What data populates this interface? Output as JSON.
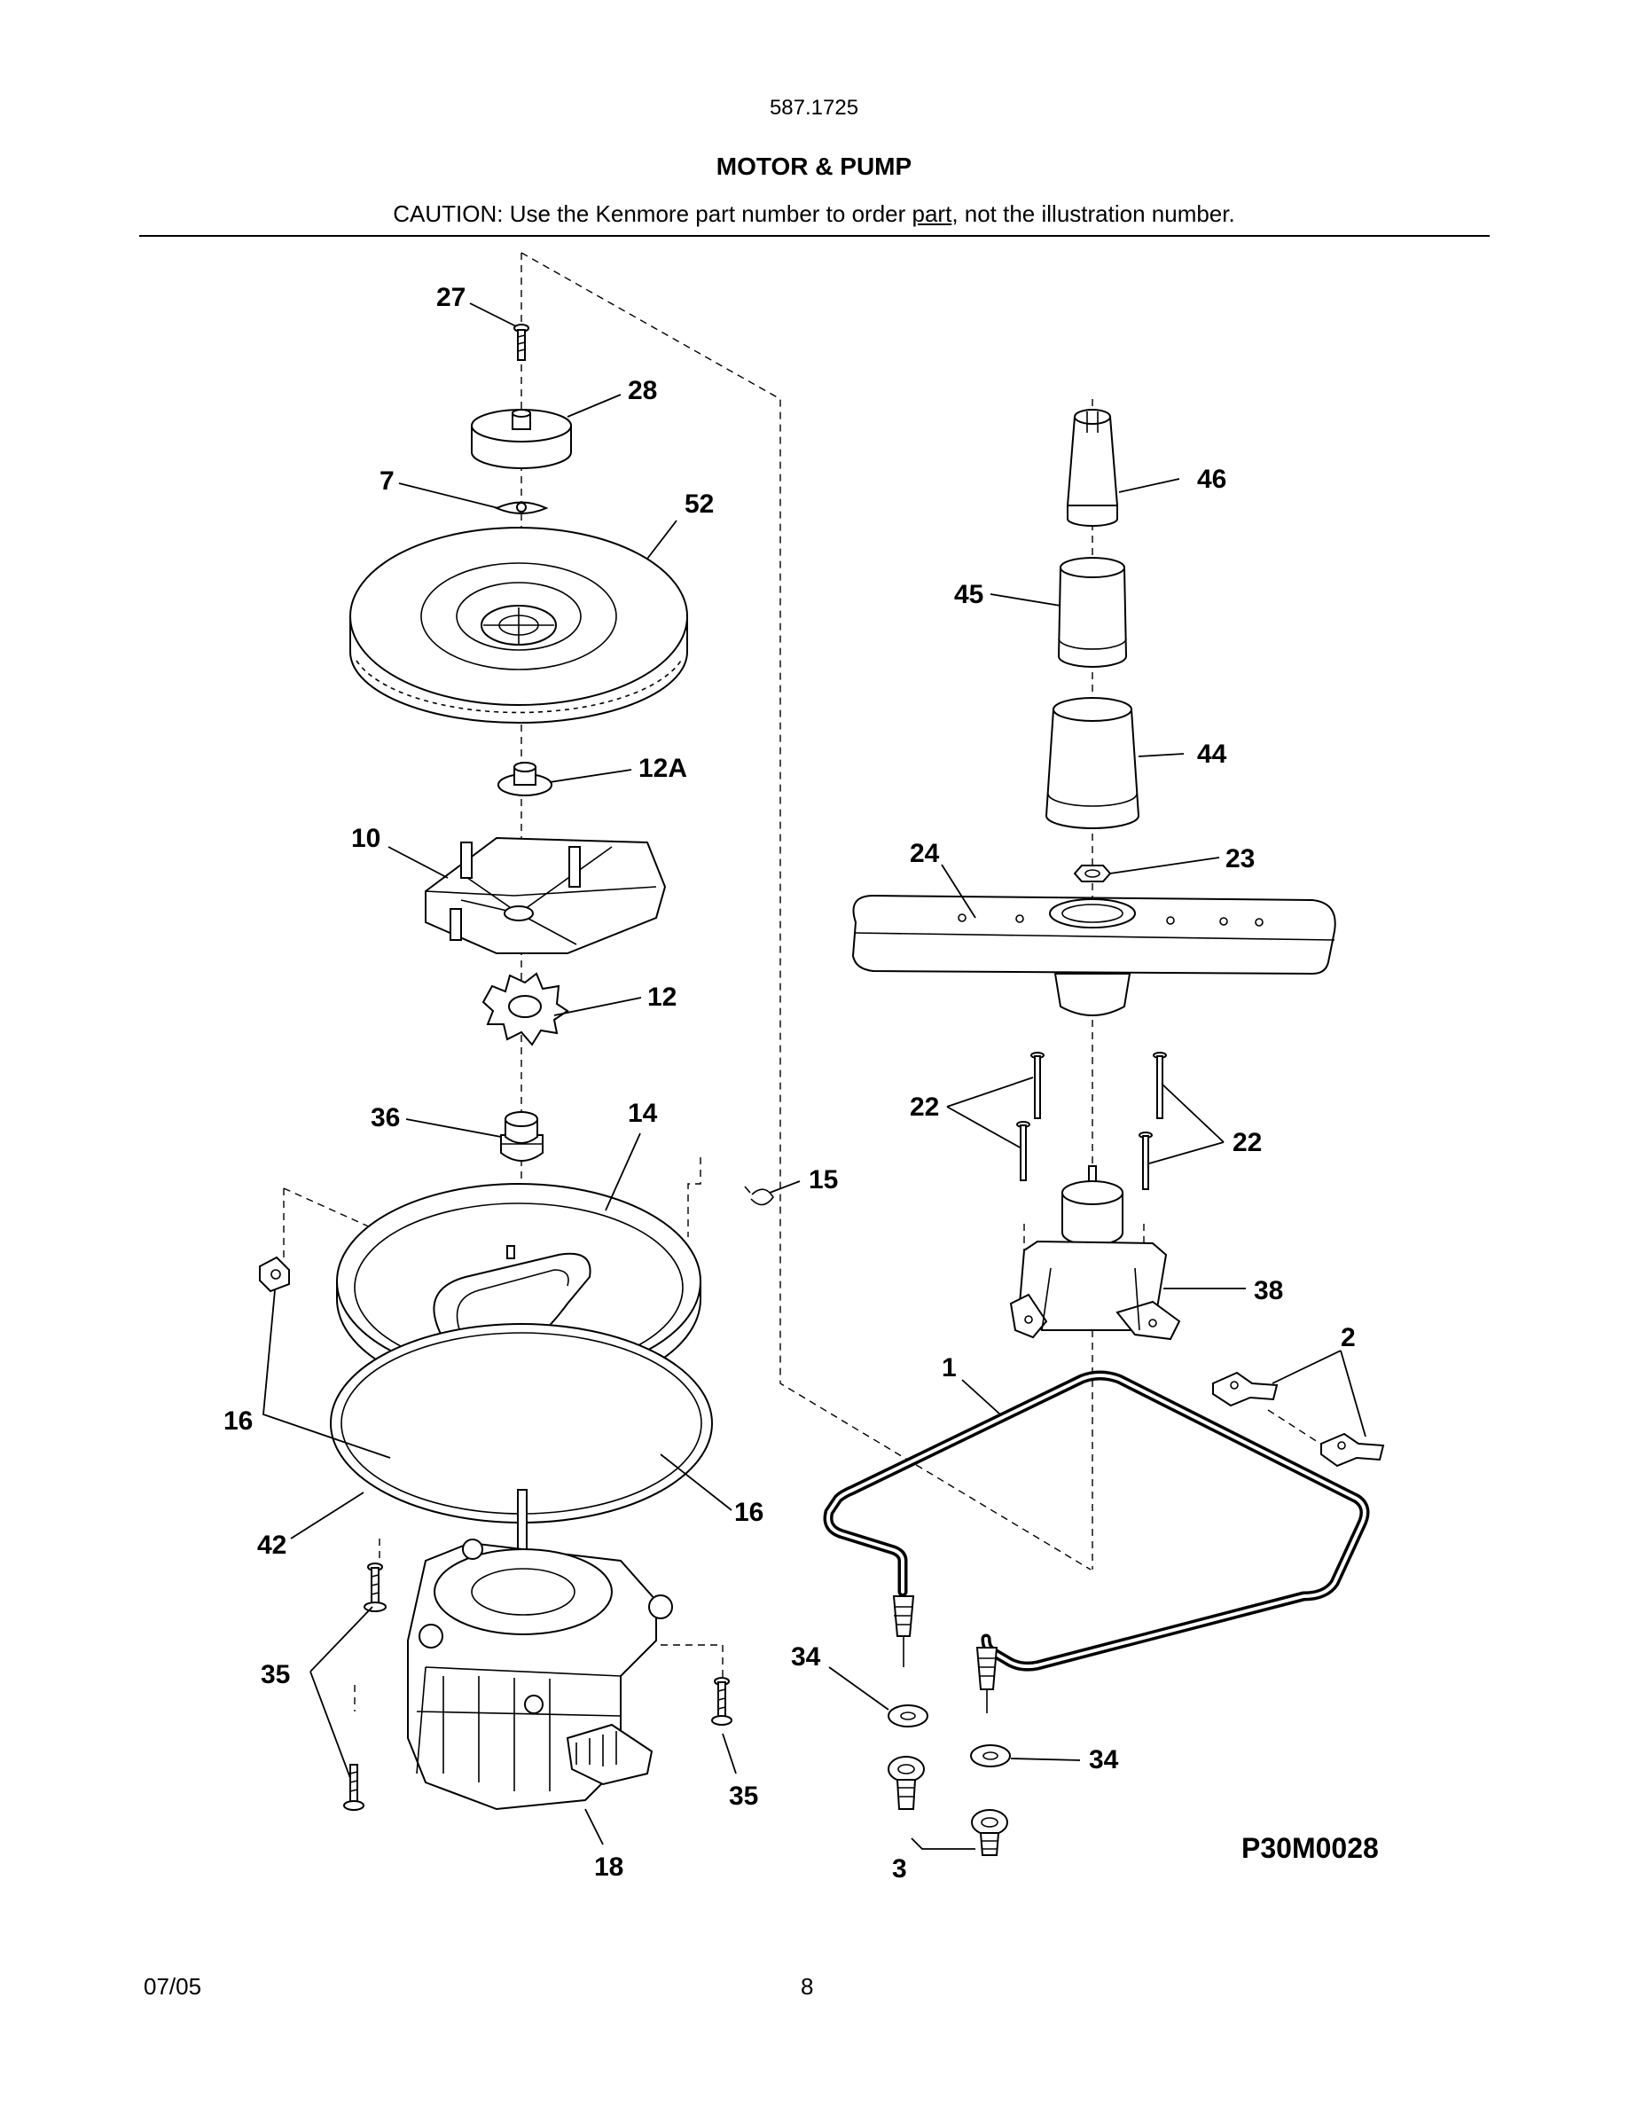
{
  "header": {
    "model_number": "587.1725",
    "title": "MOTOR & PUMP",
    "caution_prefix": "CAUTION: Use the Kenmore part number to order ",
    "caution_underlined": "part",
    "caution_suffix": ", not the illustration number."
  },
  "callouts": {
    "c27": "27",
    "c28": "28",
    "c7": "7",
    "c52": "52",
    "c12A": "12A",
    "c10": "10",
    "c12": "12",
    "c36": "36",
    "c14": "14",
    "c15": "15",
    "c16a": "16",
    "c16b": "16",
    "c42": "42",
    "c35a": "35",
    "c35b": "35",
    "c18": "18",
    "c46": "46",
    "c45": "45",
    "c44": "44",
    "c24": "24",
    "c23": "23",
    "c22a": "22",
    "c22b": "22",
    "c38": "38",
    "c1": "1",
    "c2": "2",
    "c34a": "34",
    "c34b": "34",
    "c3": "3"
  },
  "diagram_code": "P30M0028",
  "footer": {
    "date": "07/05",
    "page_number": "8"
  }
}
